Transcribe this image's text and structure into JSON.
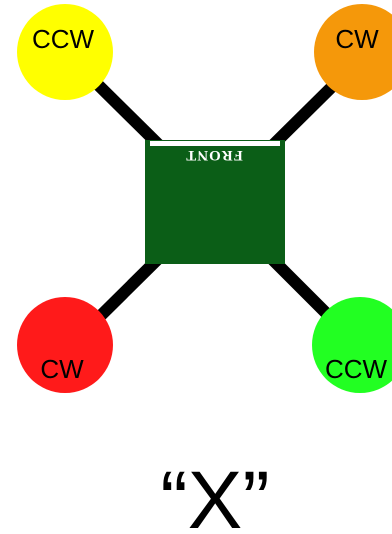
{
  "diagram": {
    "body_label": "FRONT",
    "configuration_label": "“X”",
    "colors": {
      "arm": "#000000",
      "body": "#0b5e17",
      "front_strip": "#ffffff",
      "front_left": "#ffff00",
      "front_right": "#f5980a",
      "rear_left": "#ff1a1a",
      "rear_right": "#22ff22"
    },
    "motors": {
      "front_left": {
        "rotation": "CCW"
      },
      "front_right": {
        "rotation": "CW"
      },
      "rear_left": {
        "rotation": "CW"
      },
      "rear_right": {
        "rotation": "CCW"
      }
    }
  }
}
